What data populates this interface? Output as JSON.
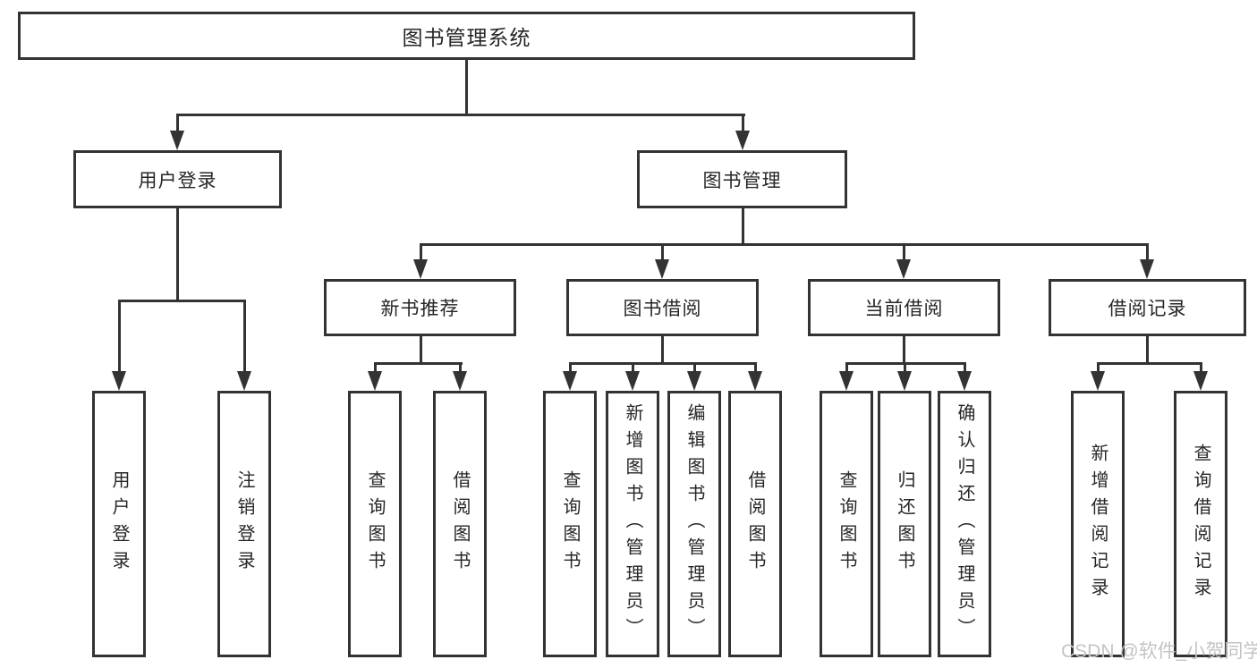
{
  "diagram": {
    "type": "hierarchy-tree",
    "watermark": "CSDN @软件_小贺同学",
    "colors": {
      "line": "#333333",
      "text": "#262626",
      "watermark": "#c4c4c4",
      "background": "#ffffff"
    },
    "nodes": {
      "root": {
        "label": "图书管理系统"
      },
      "level2": [
        {
          "id": "user-login",
          "label": "用户登录"
        },
        {
          "id": "book-mgmt",
          "label": "图书管理"
        }
      ],
      "level3": [
        {
          "id": "new-book-recommend",
          "label": "新书推荐"
        },
        {
          "id": "book-borrow",
          "label": "图书借阅"
        },
        {
          "id": "current-borrow",
          "label": "当前借阅"
        },
        {
          "id": "borrow-records",
          "label": "借阅记录"
        }
      ],
      "leaves": {
        "user_login": [
          "用户登录",
          "注销登录"
        ],
        "new_book": [
          "查询图书",
          "借阅图书"
        ],
        "book_borrow": [
          "查询图书",
          "新增图书（管理员）",
          "编辑图书（管理员）",
          "借阅图书"
        ],
        "current_borrow": [
          "查询图书",
          "归还图书",
          "确认归还（管理员）"
        ],
        "borrow_records": [
          "新增借阅记录",
          "查询借阅记录"
        ]
      }
    }
  }
}
